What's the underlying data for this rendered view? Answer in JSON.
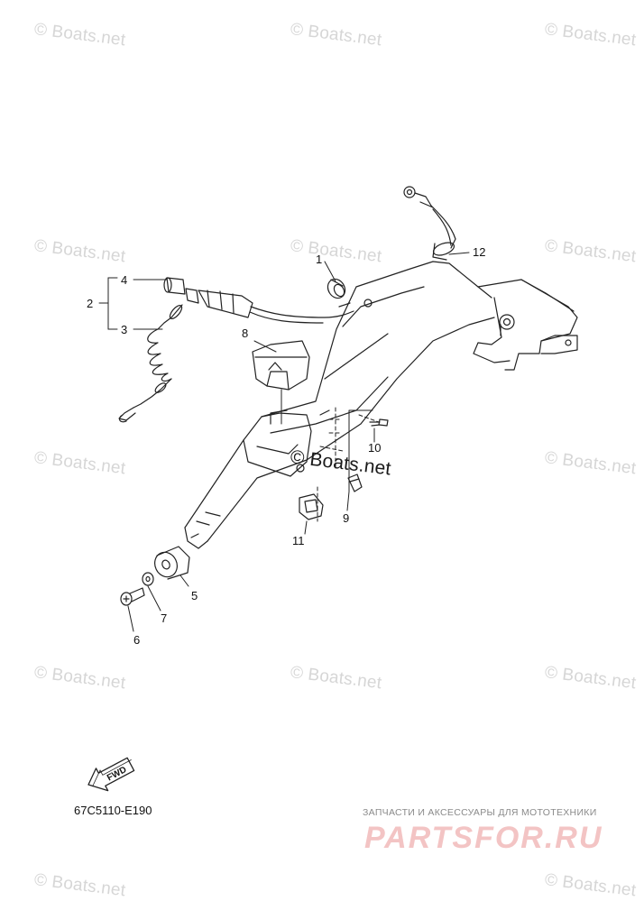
{
  "watermark": "© Boats.net",
  "diagram_code": "67C5110-E190",
  "fwd_label": "FWD",
  "brand": {
    "tagline": "ЗАПЧАСТИ И АКСЕССУАРЫ ДЛЯ МОТОТЕХНИКИ",
    "logo": "PARTSFOR.RU"
  },
  "callouts": [
    "1",
    "2",
    "3",
    "4",
    "5",
    "6",
    "7",
    "8",
    "9",
    "10",
    "11",
    "12"
  ]
}
